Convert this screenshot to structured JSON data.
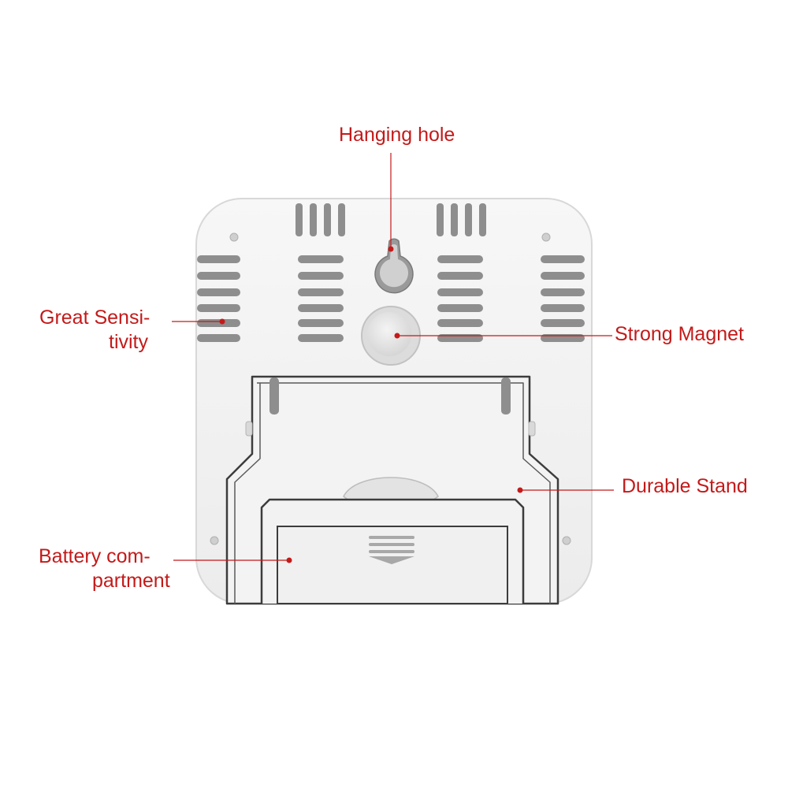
{
  "callouts": {
    "hanging_hole": "Hanging hole",
    "sensitivity_line1": "Great Sensi-",
    "sensitivity_line2": "tivity",
    "magnet": "Strong Magnet",
    "stand": "Durable Stand",
    "battery_line1": "Battery com-",
    "battery_line2": "partment"
  },
  "colors": {
    "callout_text": "#c41a1a",
    "leader_line": "#c41a1a",
    "device_body": "#f1f1f1",
    "device_outline": "#3c3c3c",
    "vent_slots": "#8e8e8e"
  }
}
